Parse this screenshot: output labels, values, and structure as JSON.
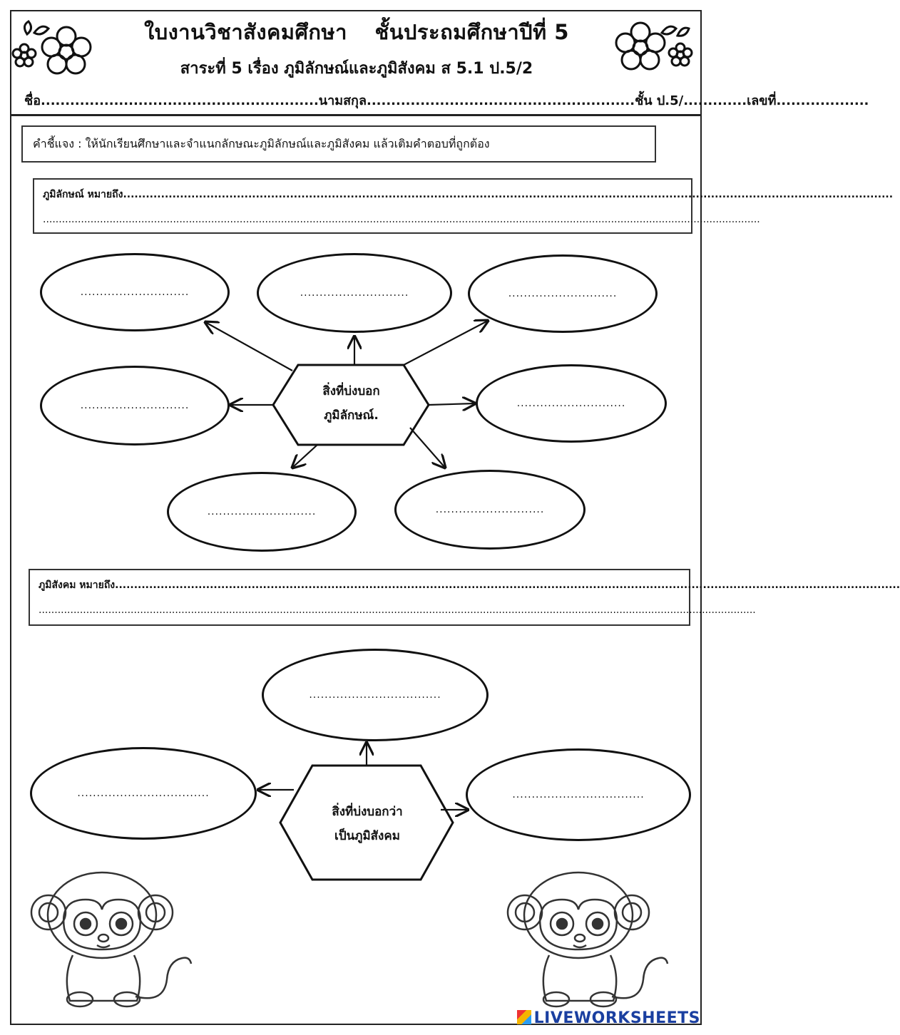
{
  "header": {
    "title_left": "ใบงานวิชาสังคมศึกษา",
    "title_right": "ชั้นประถมศึกษาปีที่ 5",
    "subtitle": "สาระที่ 5 เรื่อง ภูมิลักษณ์และภูมิสังคม  ส 5.1  ป.5/2",
    "fields": "ชื่อ.........................................................นามสกุล.......................................................ชั้น ป.5/.............เลขที่..................."
  },
  "instructions": "คำชี้แจง : ให้นักเรียนศึกษาและจำแนกลักษณะภูมิลักษณ์และภูมิสังคม  แล้วเติมคำตอบที่ถูกต้อง",
  "section1": {
    "definition_label": "ภูมิลักษณ์ หมายถึง...........................................................................................................................................................................................................",
    "definition_line2": "..................................................................................................................................................................................................................................",
    "center_line1": "สิ่งที่บ่งบอก",
    "center_line2": "ภูมิลักษณ์.",
    "blank": "............................"
  },
  "section2": {
    "definition_label": "ภูมิสังคม หมายถึง...............................................................................................................................................................................................................",
    "definition_line2": "..................................................................................................................................................................................................................................",
    "center_line1": "สิ่งที่บ่งบอกว่า",
    "center_line2": "เป็นภูมิสังคม",
    "blank": ".................................."
  },
  "watermark": "LIVEWORKSHEETS"
}
